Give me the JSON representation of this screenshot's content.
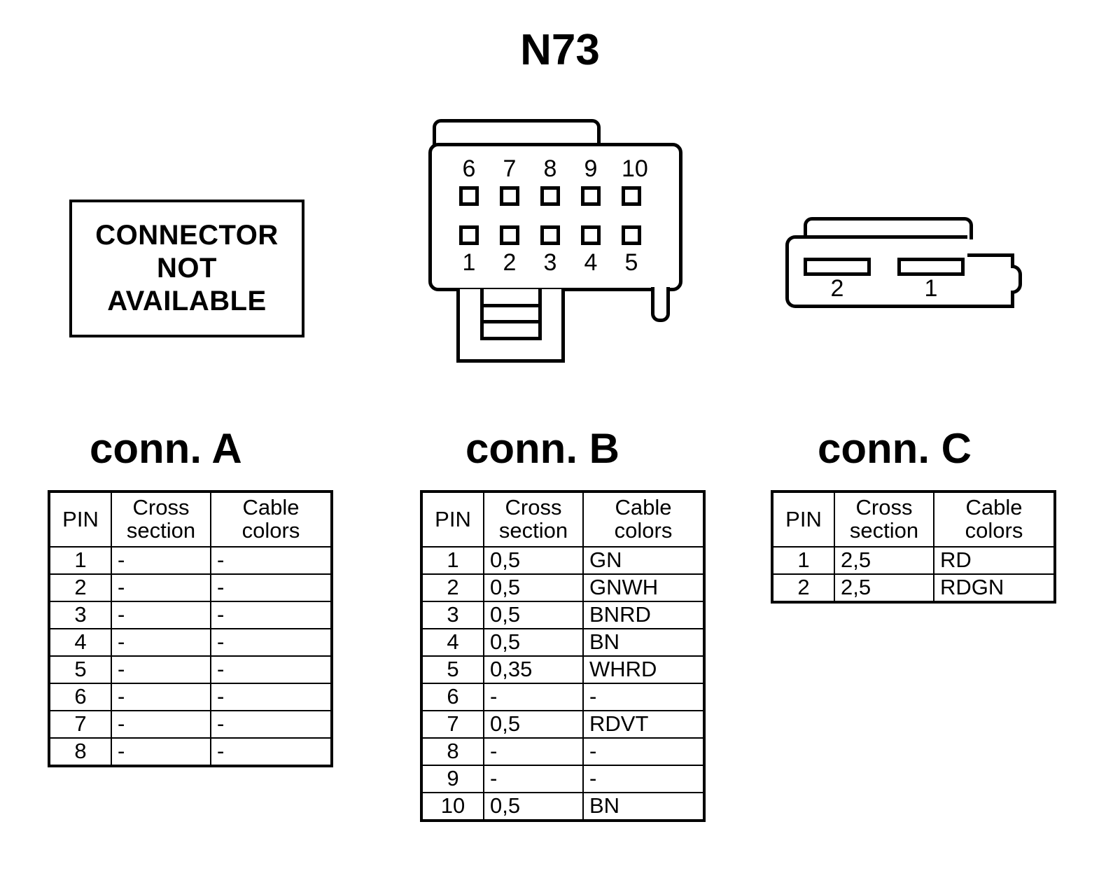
{
  "title": "N73",
  "connector_a": {
    "heading": "conn. A",
    "not_available_box": {
      "line1": "CONNECTOR",
      "line2": "NOT",
      "line3": "AVAILABLE"
    },
    "table": {
      "headers": {
        "pin": "PIN",
        "cross_section_1": "Cross",
        "cross_section_2": "section",
        "cable_colors_1": "Cable",
        "cable_colors_2": "colors"
      },
      "rows": [
        {
          "pin": "1",
          "cross_section": "-",
          "cable_colors": "-"
        },
        {
          "pin": "2",
          "cross_section": "-",
          "cable_colors": "-"
        },
        {
          "pin": "3",
          "cross_section": "-",
          "cable_colors": "-"
        },
        {
          "pin": "4",
          "cross_section": "-",
          "cable_colors": "-"
        },
        {
          "pin": "5",
          "cross_section": "-",
          "cable_colors": "-"
        },
        {
          "pin": "6",
          "cross_section": "-",
          "cable_colors": "-"
        },
        {
          "pin": "7",
          "cross_section": "-",
          "cable_colors": "-"
        },
        {
          "pin": "8",
          "cross_section": "-",
          "cable_colors": "-"
        }
      ]
    }
  },
  "connector_b": {
    "heading": "conn. B",
    "drawing": {
      "pin_labels_top": [
        "6",
        "7",
        "8",
        "9",
        "10"
      ],
      "pin_labels_bottom": [
        "1",
        "2",
        "3",
        "4",
        "5"
      ]
    },
    "table": {
      "headers": {
        "pin": "PIN",
        "cross_section_1": "Cross",
        "cross_section_2": "section",
        "cable_colors_1": "Cable",
        "cable_colors_2": "colors"
      },
      "rows": [
        {
          "pin": "1",
          "cross_section": "0,5",
          "cable_colors": "GN"
        },
        {
          "pin": "2",
          "cross_section": "0,5",
          "cable_colors": "GNWH"
        },
        {
          "pin": "3",
          "cross_section": "0,5",
          "cable_colors": "BNRD"
        },
        {
          "pin": "4",
          "cross_section": "0,5",
          "cable_colors": "BN"
        },
        {
          "pin": "5",
          "cross_section": "0,35",
          "cable_colors": "WHRD"
        },
        {
          "pin": "6",
          "cross_section": "-",
          "cable_colors": "-"
        },
        {
          "pin": "7",
          "cross_section": "0,5",
          "cable_colors": "RDVT"
        },
        {
          "pin": "8",
          "cross_section": "-",
          "cable_colors": "-"
        },
        {
          "pin": "9",
          "cross_section": "-",
          "cable_colors": "-"
        },
        {
          "pin": "10",
          "cross_section": "0,5",
          "cable_colors": "BN"
        }
      ]
    }
  },
  "connector_c": {
    "heading": "conn. C",
    "drawing": {
      "slot_labels": [
        "2",
        "1"
      ]
    },
    "table": {
      "headers": {
        "pin": "PIN",
        "cross_section_1": "Cross",
        "cross_section_2": "section",
        "cable_colors_1": "Cable",
        "cable_colors_2": "colors"
      },
      "rows": [
        {
          "pin": "1",
          "cross_section": "2,5",
          "cable_colors": "RD"
        },
        {
          "pin": "2",
          "cross_section": "2,5",
          "cable_colors": "RDGN"
        }
      ]
    }
  },
  "colors": {
    "ink": "#000000",
    "background": "#ffffff"
  }
}
